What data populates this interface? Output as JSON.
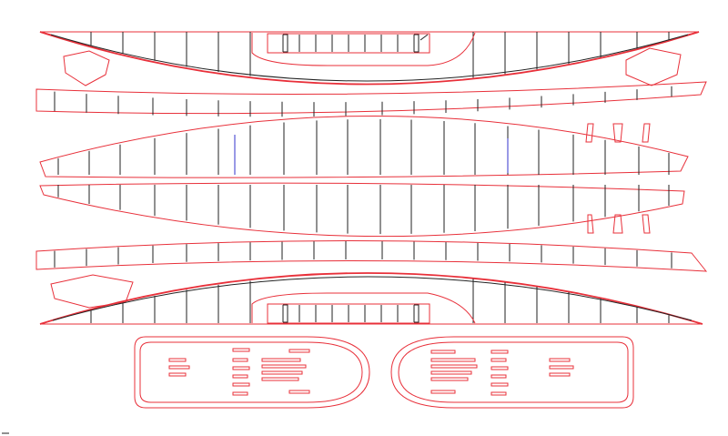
{
  "drawing": {
    "outline_color": "#e8303a",
    "rib_color": "#222222",
    "accent_color": "#3333cc",
    "background": "#ffffff",
    "parts": [
      "top-hull-panel",
      "left-hexagon-top",
      "right-hexagon-top",
      "top-slot-strip",
      "upper-gunwale-strip",
      "upper-lens-panel",
      "lower-lens-panel",
      "lower-gunwale-strip",
      "left-hexagon-bottom",
      "bottom-hull-panel",
      "bottom-slot-strip",
      "small-tabs",
      "left-deck-plate",
      "right-deck-plate"
    ]
  }
}
